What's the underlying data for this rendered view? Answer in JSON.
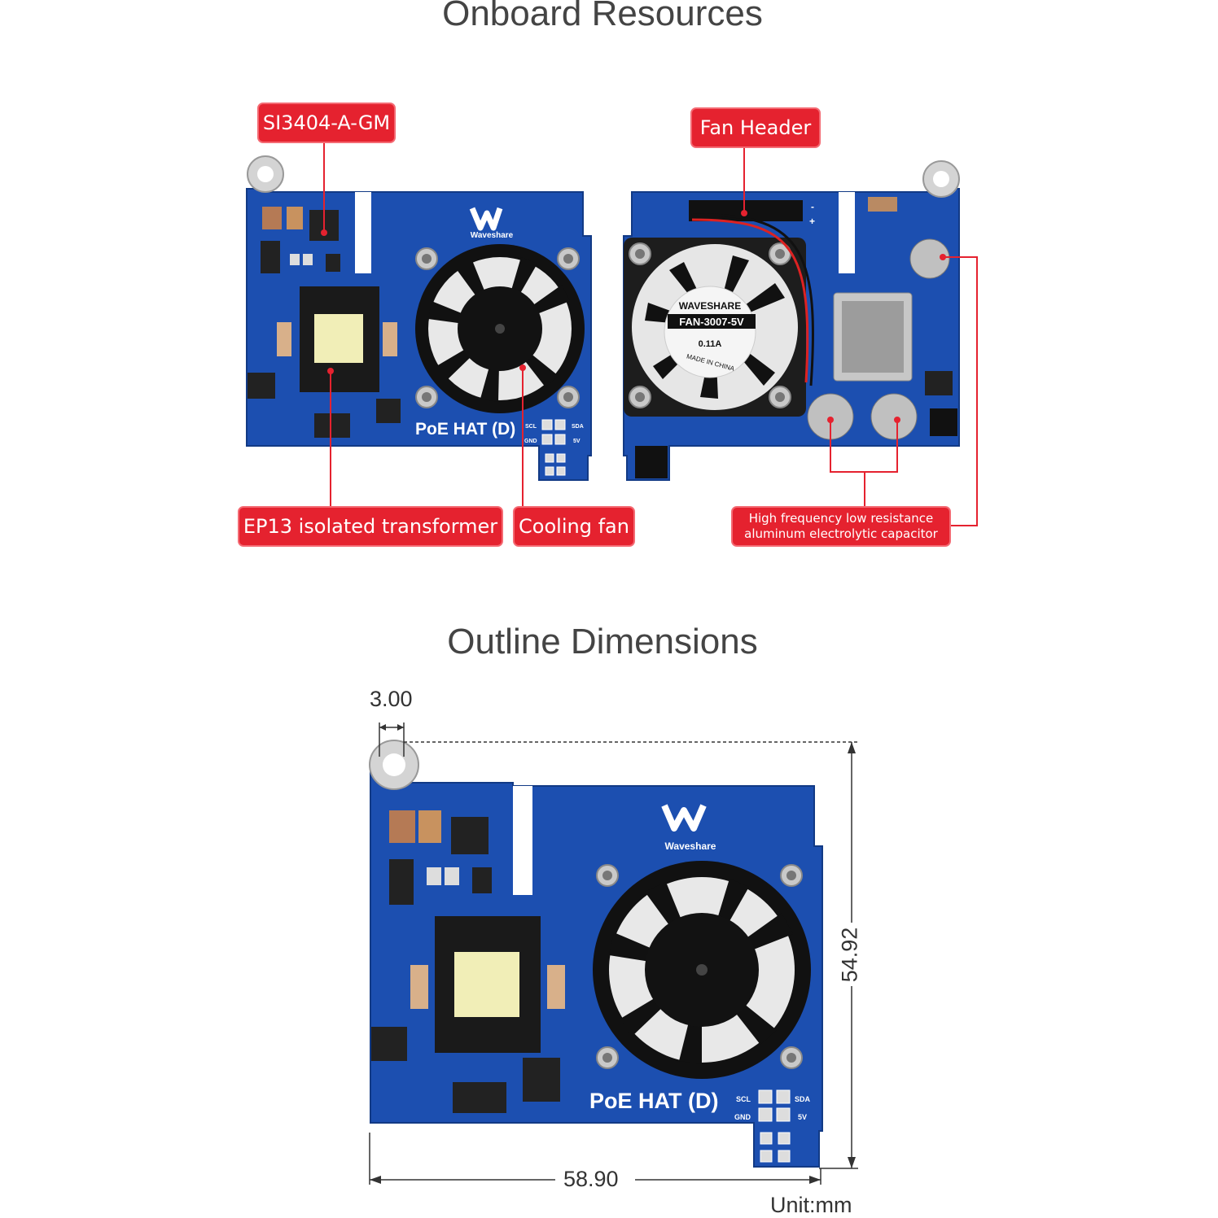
{
  "sections": {
    "onboard_title": "Onboard Resources",
    "outline_title": "Outline Dimensions"
  },
  "callouts": {
    "si3404": "SI3404-A-GM",
    "fan_header": "Fan Header",
    "transformer": "EP13 isolated transformer",
    "cooling_fan": "Cooling fan",
    "capacitor_line1": "High frequency low resistance",
    "capacitor_line2": "aluminum electrolytic capacitor"
  },
  "board": {
    "brand": "Waveshare",
    "product": "PoE HAT (D)",
    "pin_scl": "SCL",
    "pin_sda": "SDA",
    "pin_gnd": "GND",
    "pin_5v": "5V"
  },
  "fan_label": {
    "brand": "WAVESHARE",
    "model": "FAN-3007-5V",
    "current": "0.11A",
    "origin": "MADE IN CHINA"
  },
  "dimensions": {
    "hole_offset": "3.00",
    "height": "54.92",
    "width": "58.90",
    "unit": "Unit:mm"
  },
  "colors": {
    "pcb": "#1c4fb0",
    "callout": "#e5222f",
    "leader": "#e5222f"
  }
}
